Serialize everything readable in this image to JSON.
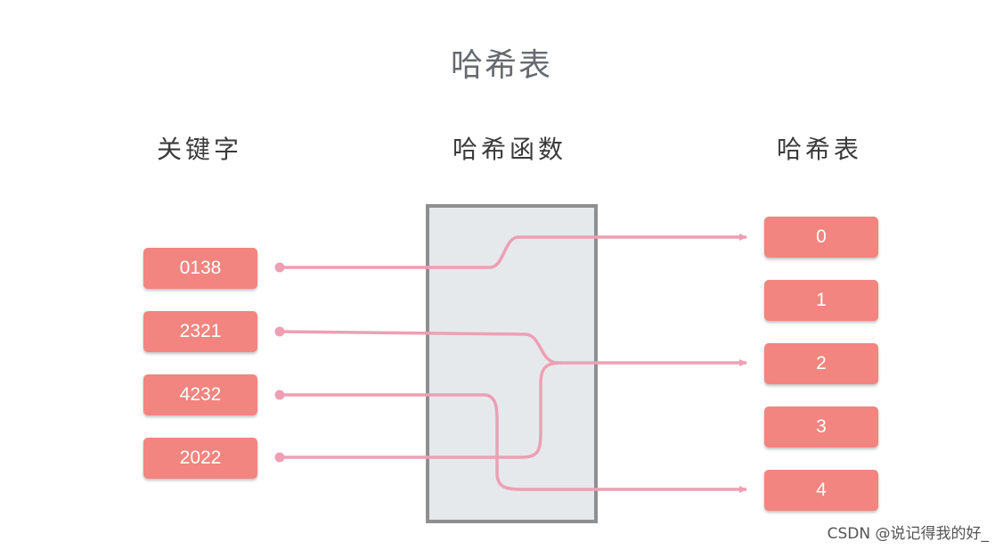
{
  "title": "哈希表",
  "headers": {
    "keys": "关键字",
    "function": "哈希函数",
    "table": "哈希表"
  },
  "keys": [
    "0138",
    "2321",
    "4232",
    "2022"
  ],
  "slots": [
    "0",
    "1",
    "2",
    "3",
    "4"
  ],
  "mappings": [
    {
      "key": "0138",
      "slot": "0"
    },
    {
      "key": "2321",
      "slot": "2"
    },
    {
      "key": "4232",
      "slot": "4"
    },
    {
      "key": "2022",
      "slot": "2"
    }
  ],
  "colors": {
    "box_fill": "#f2857f",
    "line": "#ee9fb4",
    "function_fill": "#e6e9ec",
    "function_border": "#8f8f8f"
  },
  "watermark": "CSDN @说记得我的好_"
}
